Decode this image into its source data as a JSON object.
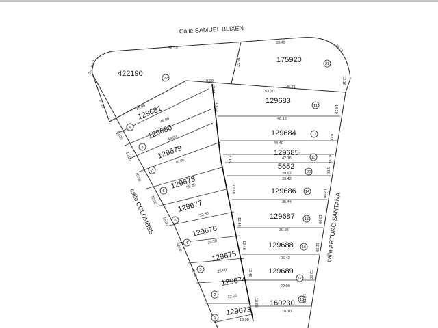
{
  "streets": {
    "north": "Calle SAMUEL BLIXEN",
    "west": "calle COLOMBES",
    "east": "calle ARTURO SANTANA"
  },
  "parcels": [
    {
      "padron": "422190",
      "lot": "22"
    },
    {
      "padron": "175920",
      "lot": "21"
    },
    {
      "padron": "129683",
      "lot": "11"
    },
    {
      "padron": "129681",
      "lot": "9"
    },
    {
      "padron": "129684",
      "lot": "12"
    },
    {
      "padron": "129680",
      "lot": "8"
    },
    {
      "padron": "129685",
      "lot": "13"
    },
    {
      "padron": "129679",
      "lot": "7"
    },
    {
      "padron": "5652",
      "lot": "20"
    },
    {
      "padron": "129678",
      "lot": "6"
    },
    {
      "padron": "129686",
      "lot": "14"
    },
    {
      "padron": "129677",
      "lot": "5"
    },
    {
      "padron": "129687",
      "lot": "15"
    },
    {
      "padron": "129676",
      "lot": "4"
    },
    {
      "padron": "129688",
      "lot": "16"
    },
    {
      "padron": "129675",
      "lot": "3"
    },
    {
      "padron": "129689",
      "lot": "17"
    },
    {
      "padron": "129674",
      "lot": "2"
    },
    {
      "padron": "160230",
      "lot": "18"
    },
    {
      "padron": "129673",
      "lot": "1"
    }
  ],
  "dimensions": [
    "56.13",
    "33.49",
    "18.13",
    "R= 10.57",
    "17.24",
    "19.00",
    "46.21",
    "16.32",
    "12.16",
    "2.54",
    "53.20",
    "10.32",
    "14.10",
    "39.00",
    "48.18",
    "10.00",
    "46.00",
    "10.00",
    "43.00",
    "10.00",
    "44.40",
    "42.16",
    "6.00",
    "12.46",
    "40.00",
    "39.92",
    "39.42",
    "6.00",
    "10.00",
    "36.40",
    "12.00",
    "12.00",
    "12.46",
    "35.44",
    "32.80",
    "12.46",
    "12.00",
    "12.00",
    "30.95",
    "29.20",
    "12.00",
    "25.60",
    "12.00",
    "12.46",
    "26.43",
    "12.00",
    "22.00",
    "22.00",
    "12.46",
    "12.00",
    "19.00",
    "10.65",
    "18.10",
    "10.65"
  ]
}
